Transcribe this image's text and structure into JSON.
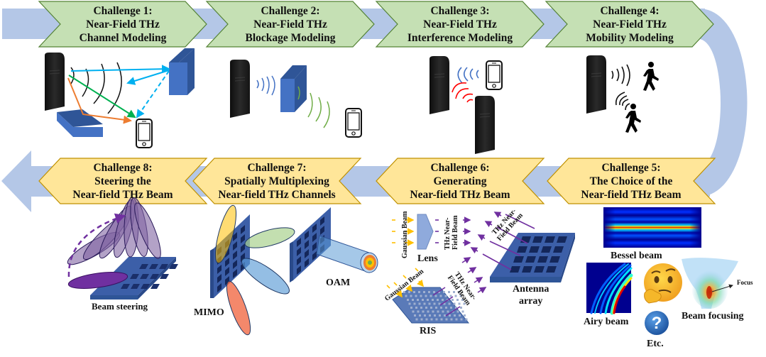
{
  "colors": {
    "flow_arrow": "#b4c7e7",
    "top_chevron_fill": "#c5e0b4",
    "top_chevron_stroke": "#548235",
    "bottom_chevron_fill": "#ffe699",
    "bottom_chevron_stroke": "#bf9000",
    "device_dark": "#1e1e1e",
    "block_blue": "#4472c4",
    "block_blue_dark": "#2f5597",
    "array_blue": "#3c5fa8",
    "beam_purple": "#7030a0",
    "path_cyan": "#00b0f0",
    "path_green": "#00b050",
    "path_orange": "#ed7d31",
    "wave_blue": "#4472c4",
    "wave_red": "#ff0000",
    "wave_green": "#70ad47",
    "gaussian_yellow": "#ffc000"
  },
  "challenges": [
    {
      "id": 1,
      "row": "top",
      "lines": [
        "Challenge 1:",
        "Near-Field THz",
        "Channel Modeling"
      ]
    },
    {
      "id": 2,
      "row": "top",
      "lines": [
        "Challenge 2:",
        "Near-Field THz",
        "Blockage Modeling"
      ]
    },
    {
      "id": 3,
      "row": "top",
      "lines": [
        "Challenge 3:",
        "Near-Field THz",
        "Interference Modeling"
      ]
    },
    {
      "id": 4,
      "row": "top",
      "lines": [
        "Challenge 4:",
        "Near-Field THz",
        "Mobility Modeling"
      ]
    },
    {
      "id": 5,
      "row": "bottom",
      "lines": [
        "Challenge 5:",
        "The Choice of the",
        "Near-field THz Beam"
      ]
    },
    {
      "id": 6,
      "row": "bottom",
      "lines": [
        "Challenge 6:",
        "Generating",
        "Near-field THz Beam"
      ]
    },
    {
      "id": 7,
      "row": "bottom",
      "lines": [
        "Challenge 7:",
        "Spatially Multiplexing",
        "Near-field THz Channels"
      ]
    },
    {
      "id": 8,
      "row": "bottom",
      "lines": [
        "Challenge 8:",
        "Steering the",
        "Near-field THz Beam"
      ]
    }
  ],
  "illustrations": {
    "c1": {
      "icons": [
        "access-point-icon",
        "wall-block-icon",
        "floor-block-icon",
        "smartphone-icon"
      ],
      "paths": [
        "line-of-sight-path",
        "reflected-path",
        "scattered-path",
        "diffuse-path"
      ]
    },
    "c2": {
      "icons": [
        "access-point-icon",
        "blocker-icon",
        "smartphone-icon"
      ]
    },
    "c3": {
      "icons": [
        "access-point-icon",
        "interfering-access-point-icon",
        "smartphone-icon"
      ]
    },
    "c4": {
      "icons": [
        "access-point-icon",
        "walking-person-icon",
        "walking-person-icon"
      ]
    },
    "c5": {
      "bessel_label": "Bessel beam",
      "airy_label": "Airy beam",
      "etc_label": "Etc.",
      "focusing_label": "Beam focusing",
      "focus_label": "Focus"
    },
    "c6": {
      "gaussian_beam_label": "Gaussian Beam",
      "thz_beam_label_l1": "THz Near-",
      "thz_beam_label_l2": "Field Beam",
      "lens_label": "Lens",
      "antenna_array_label_l1": "Antenna",
      "antenna_array_label_l2": "array",
      "ris_label": "RIS"
    },
    "c7": {
      "mimo_label": "MIMO",
      "oam_label": "OAM"
    },
    "c8": {
      "steering_label": "Beam steering"
    }
  }
}
